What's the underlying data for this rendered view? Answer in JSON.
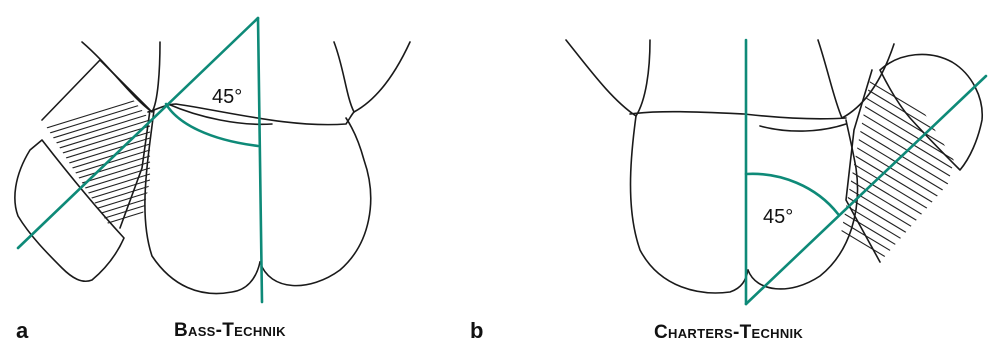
{
  "panel_a": {
    "letter": "a",
    "caption": "Bass-Technik",
    "angle_label": "45°"
  },
  "panel_b": {
    "letter": "b",
    "caption": "Charters-Technik",
    "angle_label": "45°"
  },
  "colors": {
    "outline": "#1a1a1a",
    "guide_line": "#0e8a78"
  }
}
